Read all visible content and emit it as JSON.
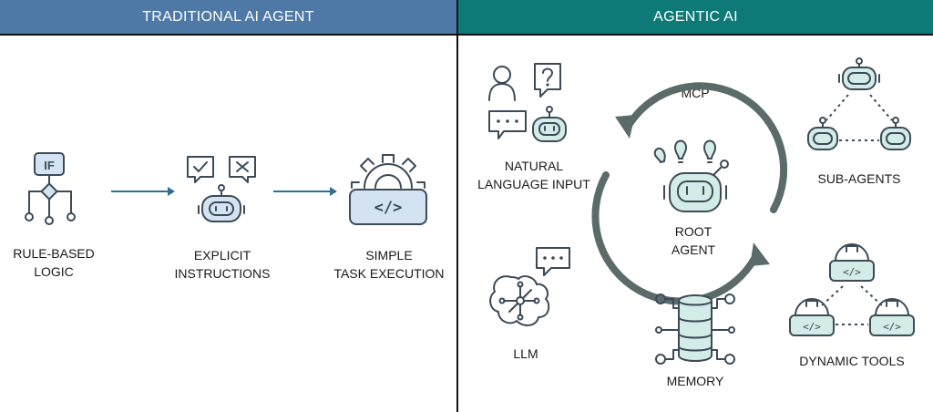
{
  "left": {
    "title": "TRADITIONAL AI AGENT",
    "items": [
      {
        "line1": "RULE-BASED",
        "line2": "LOGIC",
        "icon": "if-flowchart-icon",
        "badge": "IF"
      },
      {
        "line1": "EXPLICIT",
        "line2": "INSTRUCTIONS",
        "icon": "robot-with-checklist-icon"
      },
      {
        "line1": "SIMPLE",
        "line2": "TASK EXECUTION",
        "icon": "gear-code-icon",
        "code": "</>"
      }
    ]
  },
  "right": {
    "title": "AGENTIC AI",
    "cycle_label": "MCP",
    "center": {
      "line1": "ROOT",
      "line2": "AGENT",
      "icon": "root-agent-robot-icon"
    },
    "natural_language": {
      "line1": "NATURAL",
      "line2": "LANGUAGE INPUT",
      "icon": "chat-robot-icon"
    },
    "sub_agents": {
      "label": "SUB-AGENTS",
      "icon": "robot-network-icon"
    },
    "llm": {
      "label": "LLM",
      "icon": "brain-chat-icon"
    },
    "memory": {
      "label": "MEMORY",
      "icon": "database-icon"
    },
    "dynamic_tools": {
      "label": "DYNAMIC TOOLS",
      "icon": "gear-network-icon",
      "code": "</>"
    }
  },
  "colors": {
    "left_header": "#4e79a7",
    "right_header": "#0e7a78",
    "arrow": "#2f6f96",
    "cycle": "#5a6b6a",
    "icon_stroke": "#3d4a57",
    "left_fill": "#d4e3f1",
    "right_fill": "#d3ece8"
  }
}
